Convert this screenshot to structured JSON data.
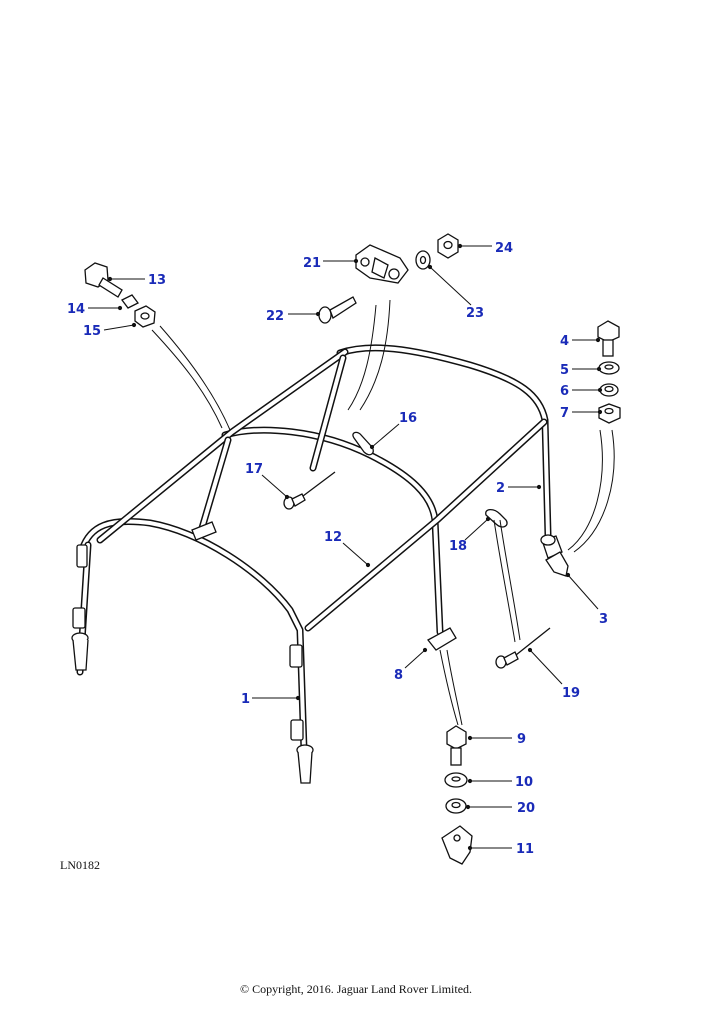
{
  "diagram": {
    "drawing_code": "LN0182",
    "copyright": "© Copyright, 2016. Jaguar Land Rover Limited.",
    "callout_color": "#1a2bb8",
    "line_color": "#111111",
    "callouts": [
      {
        "id": "1",
        "part": "hood-frame-rear"
      },
      {
        "id": "2",
        "part": "hood-frame-front"
      },
      {
        "id": "3",
        "part": "bracket"
      },
      {
        "id": "4",
        "part": "bolt"
      },
      {
        "id": "5",
        "part": "plain-washer"
      },
      {
        "id": "6",
        "part": "spring-washer"
      },
      {
        "id": "7",
        "part": "nut"
      },
      {
        "id": "8",
        "part": "hood-frame-side-hoop"
      },
      {
        "id": "9",
        "part": "bolt"
      },
      {
        "id": "10",
        "part": "plain-washer"
      },
      {
        "id": "20",
        "part": "spring-washer"
      },
      {
        "id": "11",
        "part": "bracket"
      },
      {
        "id": "12",
        "part": "hood-stick"
      },
      {
        "id": "13",
        "part": "bolt"
      },
      {
        "id": "14",
        "part": "square-washer"
      },
      {
        "id": "15",
        "part": "nut"
      },
      {
        "id": "16",
        "part": "p-clip"
      },
      {
        "id": "17",
        "part": "rivet"
      },
      {
        "id": "18",
        "part": "p-clip"
      },
      {
        "id": "19",
        "part": "rivet"
      },
      {
        "id": "21",
        "part": "clamp"
      },
      {
        "id": "22",
        "part": "screw"
      },
      {
        "id": "23",
        "part": "washer"
      },
      {
        "id": "24",
        "part": "nut"
      }
    ]
  }
}
